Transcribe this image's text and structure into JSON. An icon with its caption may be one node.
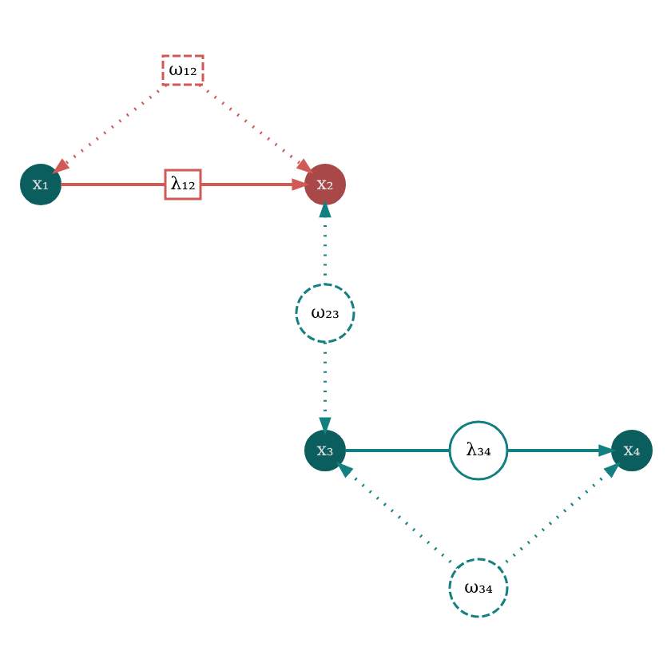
{
  "diagram": {
    "nodes": [
      {
        "text": [
          "x₁"
        ]
      },
      {
        "text": [
          "λ₁₂"
        ]
      },
      {
        "text": [
          "x₂"
        ]
      },
      {
        "text": [
          "ω₁₂"
        ]
      },
      {
        "text": [
          "ω₂₃"
        ]
      },
      {
        "text": [
          "x₃"
        ]
      },
      {
        "text": [
          "λ₃₄"
        ]
      },
      {
        "text": [
          "x₄"
        ]
      },
      {
        "text": [
          "ω₃₄"
        ]
      }
    ],
    "edges": [
      {
        "from": 0,
        "to": 1,
        "arrow": "none",
        "color": "#d05a55"
      },
      {
        "from": 1,
        "to": 2,
        "arrow": "to",
        "color": "#d05a55"
      },
      {
        "from": 3,
        "to": 0,
        "arrow": "to",
        "style": "dashed",
        "color": "#d05a55"
      },
      {
        "from": 3,
        "to": 2,
        "arrow": "to",
        "style": "dashed",
        "color": "#d05a55"
      },
      {
        "from": 4,
        "to": 2,
        "arrow": "to",
        "style": "dashed"
      },
      {
        "from": 4,
        "to": 5,
        "arrow": "to",
        "style": "dashed"
      },
      {
        "from": 5,
        "to": 6,
        "arrow": "none"
      },
      {
        "from": 6,
        "to": 7,
        "arrow": "to"
      },
      {
        "from": 8,
        "to": 5,
        "arrow": "to",
        "style": "dashed"
      },
      {
        "from": 8,
        "to": 7,
        "arrow": "to",
        "style": "dashed"
      }
    ]
  }
}
